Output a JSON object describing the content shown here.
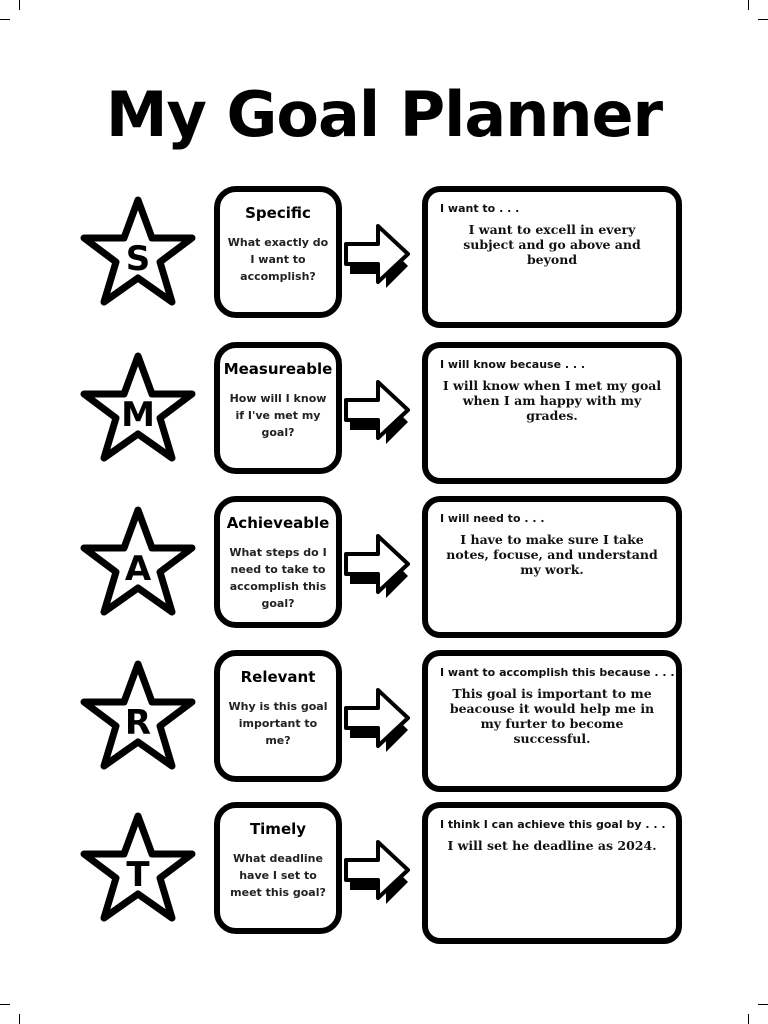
{
  "title": "My Goal Planner",
  "steps": [
    {
      "letter": "S",
      "name": "Specific",
      "question": "What exactly do I want to accomplish?",
      "prompt": "I want to . . .",
      "answer": "I want to excell in every subject and go above and beyond"
    },
    {
      "letter": "M",
      "name": "Measureable",
      "question": "How will I know if I've met my goal?",
      "prompt": "I will know because . . .",
      "answer": "I will know when I met my goal when I am happy with my grades."
    },
    {
      "letter": "A",
      "name": "Achieveable",
      "question": "What steps do I need to take to accomplish this goal?",
      "prompt": "I will need to . . .",
      "answer": "I have to make sure I take notes, focuse, and understand my work."
    },
    {
      "letter": "R",
      "name": "Relevant",
      "question": "Why is this goal important to me?",
      "prompt": "I want to accomplish this because . . .",
      "answer": "This goal is important to me beacouse it would help me in my furter to become successful."
    },
    {
      "letter": "T",
      "name": "Timely",
      "question": "What deadline have I set to meet this goal?",
      "prompt": "I think I can achieve this goal by . . .",
      "answer": "I will set he deadline as 2024."
    }
  ],
  "icons": {
    "star": "star-icon",
    "arrow": "right-arrow-icon"
  },
  "colors": {
    "ink": "#000000",
    "paper": "#ffffff"
  }
}
